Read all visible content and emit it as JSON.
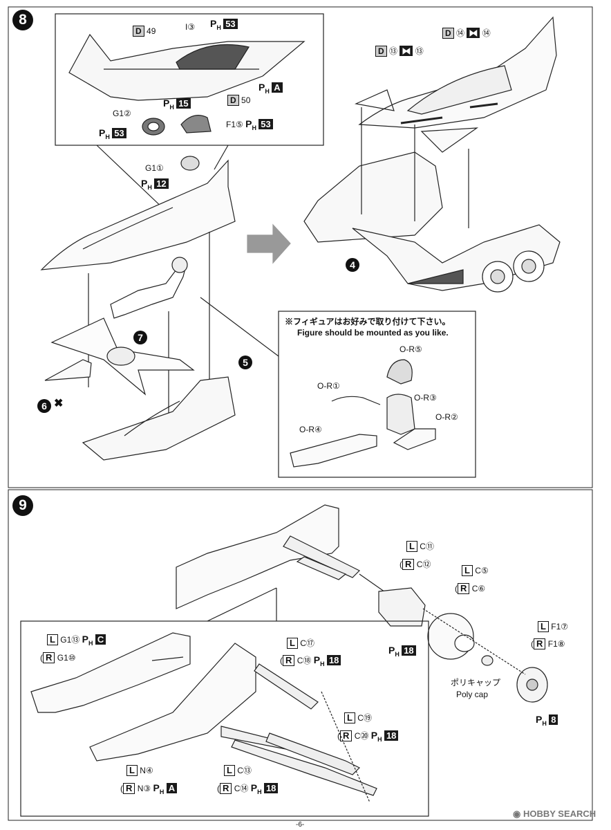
{
  "step8": {
    "number": "8",
    "inset_top": {
      "d49": {
        "box": "D",
        "num": "49"
      },
      "i3": "I③",
      "ph53a": {
        "ph": "P",
        "sub": "H",
        "box": "53"
      },
      "pha": {
        "ph": "P",
        "sub": "H",
        "box": "A"
      },
      "g12": "G1②",
      "ph15": {
        "ph": "P",
        "sub": "H",
        "box": "15"
      },
      "d50": {
        "box": "D",
        "num": "50"
      },
      "ph53b": {
        "ph": "P",
        "sub": "H",
        "box": "53"
      },
      "f15": "F1⑤",
      "ph53c": {
        "ph": "P",
        "sub": "H",
        "box": "53"
      }
    },
    "g11": "G1①",
    "ph12": {
      "ph": "P",
      "sub": "H",
      "box": "12"
    },
    "callouts": {
      "c4": "4",
      "c5": "5",
      "c6": "6",
      "c7": "7"
    },
    "right_top": {
      "d14": {
        "box": "D",
        "num": "⑭",
        "num2": "⑭"
      },
      "d13": {
        "box": "D",
        "num": "⑬",
        "num2": "⑬"
      }
    },
    "figure_note": {
      "jp": "※フィギュアはお好みで取り付けて下さい。",
      "en": "Figure should be mounted as you like.",
      "or5": "O-R⑤",
      "or1": "O-R①",
      "or3": "O-R③",
      "or2": "O-R②",
      "or4": "O-R④"
    }
  },
  "step9": {
    "number": "9",
    "top": {
      "lc11": {
        "side": "L",
        "part": "C⑪"
      },
      "rc12": {
        "side": "R",
        "part": "C⑫"
      },
      "lc5": {
        "side": "L",
        "part": "C⑤"
      },
      "rc6": {
        "side": "R",
        "part": "C⑥"
      },
      "ph18": {
        "ph": "P",
        "sub": "H",
        "box": "18"
      },
      "lf17": {
        "side": "L",
        "part": "F1⑦"
      },
      "rf18": {
        "side": "R",
        "part": "F1⑧"
      },
      "polycap_jp": "ポリキャップ",
      "polycap_en": "Poly cap",
      "ph8": {
        "ph": "P",
        "sub": "H",
        "box": "8"
      }
    },
    "inset": {
      "lg113": {
        "side": "L",
        "part": "G1⑬"
      },
      "phc": {
        "ph": "P",
        "sub": "H",
        "box": "C"
      },
      "rg110": {
        "side": "R",
        "part": "G1⑩"
      },
      "lc17": {
        "side": "L",
        "part": "C⑰"
      },
      "rc18": {
        "side": "R",
        "part": "C⑱"
      },
      "ph18a": {
        "ph": "P",
        "sub": "H",
        "box": "18"
      },
      "lc19": {
        "side": "L",
        "part": "C⑲"
      },
      "rc20": {
        "side": "R",
        "part": "C⑳"
      },
      "ph18b": {
        "ph": "P",
        "sub": "H",
        "box": "18"
      },
      "ln4": {
        "side": "L",
        "part": "N④"
      },
      "rn3": {
        "side": "R",
        "part": "N③"
      },
      "pha": {
        "ph": "P",
        "sub": "H",
        "box": "A"
      },
      "lc13": {
        "side": "L",
        "part": "C⑬"
      },
      "rc14": {
        "side": "R",
        "part": "C⑭"
      },
      "ph18c": {
        "ph": "P",
        "sub": "H",
        "box": "18"
      }
    }
  },
  "footer": {
    "page": "-6-",
    "watermark": "HOBBY SEARCH"
  }
}
